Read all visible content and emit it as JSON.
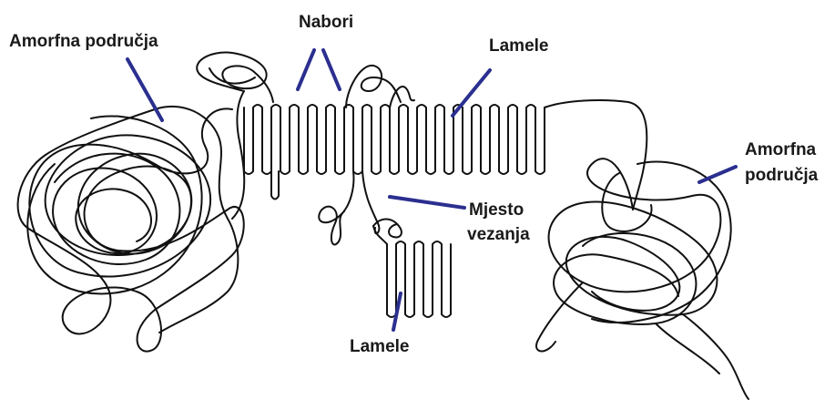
{
  "labels": {
    "amorphous_left": "Amorfna područja",
    "folds": "Nabori",
    "lamellae_top": "Lamele",
    "amorphous_right_line1": "Amorfna",
    "amorphous_right_line2": "područja",
    "binding_site_line1": "Mjesto",
    "binding_site_line2": "vezanja",
    "lamellae_bottom": "Lamele"
  },
  "colors": {
    "pointer": "#2b2f8f",
    "chain": "#111111",
    "text": "#1a1a1a",
    "background": "#ffffff"
  }
}
